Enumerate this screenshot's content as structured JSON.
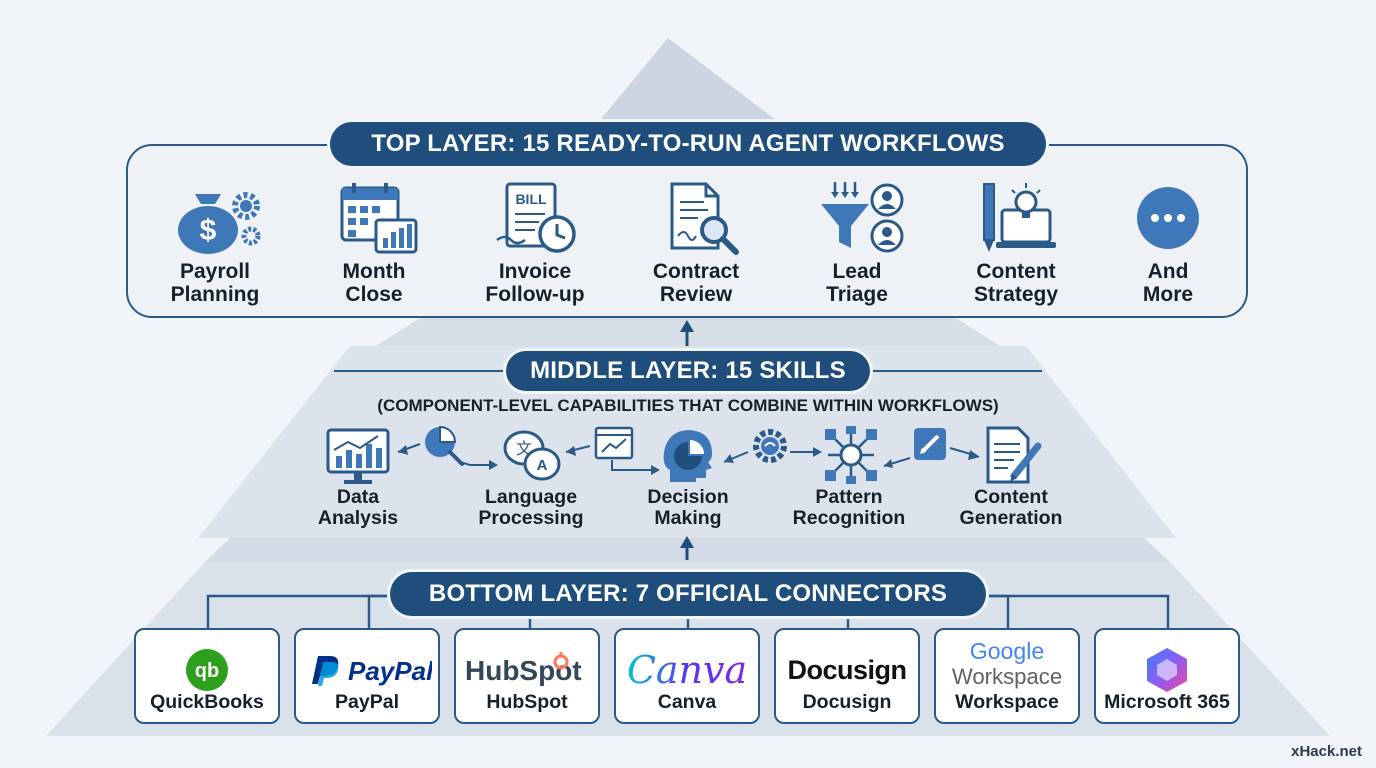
{
  "top_layer": {
    "title": "TOP LAYER: 15 READY-TO-RUN AGENT WORKFLOWS",
    "workflows": [
      {
        "label": "Payroll\nPlanning",
        "icon": "money-bag-gears-icon"
      },
      {
        "label": "Month\nClose",
        "icon": "calendar-chart-icon"
      },
      {
        "label": "Invoice\nFollow-up",
        "icon": "bill-clock-icon"
      },
      {
        "label": "Contract\nReview",
        "icon": "document-magnifier-icon"
      },
      {
        "label": "Lead\nTriage",
        "icon": "funnel-people-icon"
      },
      {
        "label": "Content\nStrategy",
        "icon": "pencil-laptop-bulb-icon"
      },
      {
        "label": "And\nMore",
        "icon": "more-dots-icon"
      }
    ]
  },
  "middle_layer": {
    "title": "MIDDLE LAYER: 15 SKILLS",
    "subtitle": "(COMPONENT-LEVEL CAPABILITIES THAT COMBINE WITHIN WORKFLOWS)",
    "skills": [
      {
        "label": "Data\nAnalysis",
        "icon": "bar-chart-monitor-icon"
      },
      {
        "label": "Language\nProcessing",
        "icon": "translate-bubbles-icon"
      },
      {
        "label": "Decision\nMaking",
        "icon": "head-pie-icon"
      },
      {
        "label": "Pattern\nRecognition",
        "icon": "network-node-icon"
      },
      {
        "label": "Content\nGeneration",
        "icon": "document-pen-icon"
      }
    ],
    "connector_icons": [
      "pie-magnifier-icon",
      "trend-window-icon",
      "gear-brain-icon",
      "edit-square-icon"
    ]
  },
  "bottom_layer": {
    "title": "BOTTOM LAYER: 7 OFFICIAL CONNECTORS",
    "connectors": [
      {
        "name": "QuickBooks",
        "logo_text": "qb",
        "color": "#2ca01c"
      },
      {
        "name": "PayPal",
        "logo_text": "PayPal",
        "color": "#003087"
      },
      {
        "name": "HubSpot",
        "logo_text": "HubSpot",
        "color": "#ff7a59"
      },
      {
        "name": "Canva",
        "logo_text": "Canva",
        "color": "#7d2ae8"
      },
      {
        "name": "Docusign",
        "logo_text": "Docusign",
        "color": "#111111"
      },
      {
        "name": "Workspace",
        "logo_line1": "Google",
        "logo_line2": "Workspace",
        "color": "#4285f4"
      },
      {
        "name": "Microsoft 365",
        "logo_text": "",
        "color": "#7b4fd6"
      }
    ]
  },
  "watermark": "xHack.net",
  "colors": {
    "accent": "#1f4e7c",
    "icon_blue": "#3f78b8",
    "pyramid": "#d3dce7"
  }
}
